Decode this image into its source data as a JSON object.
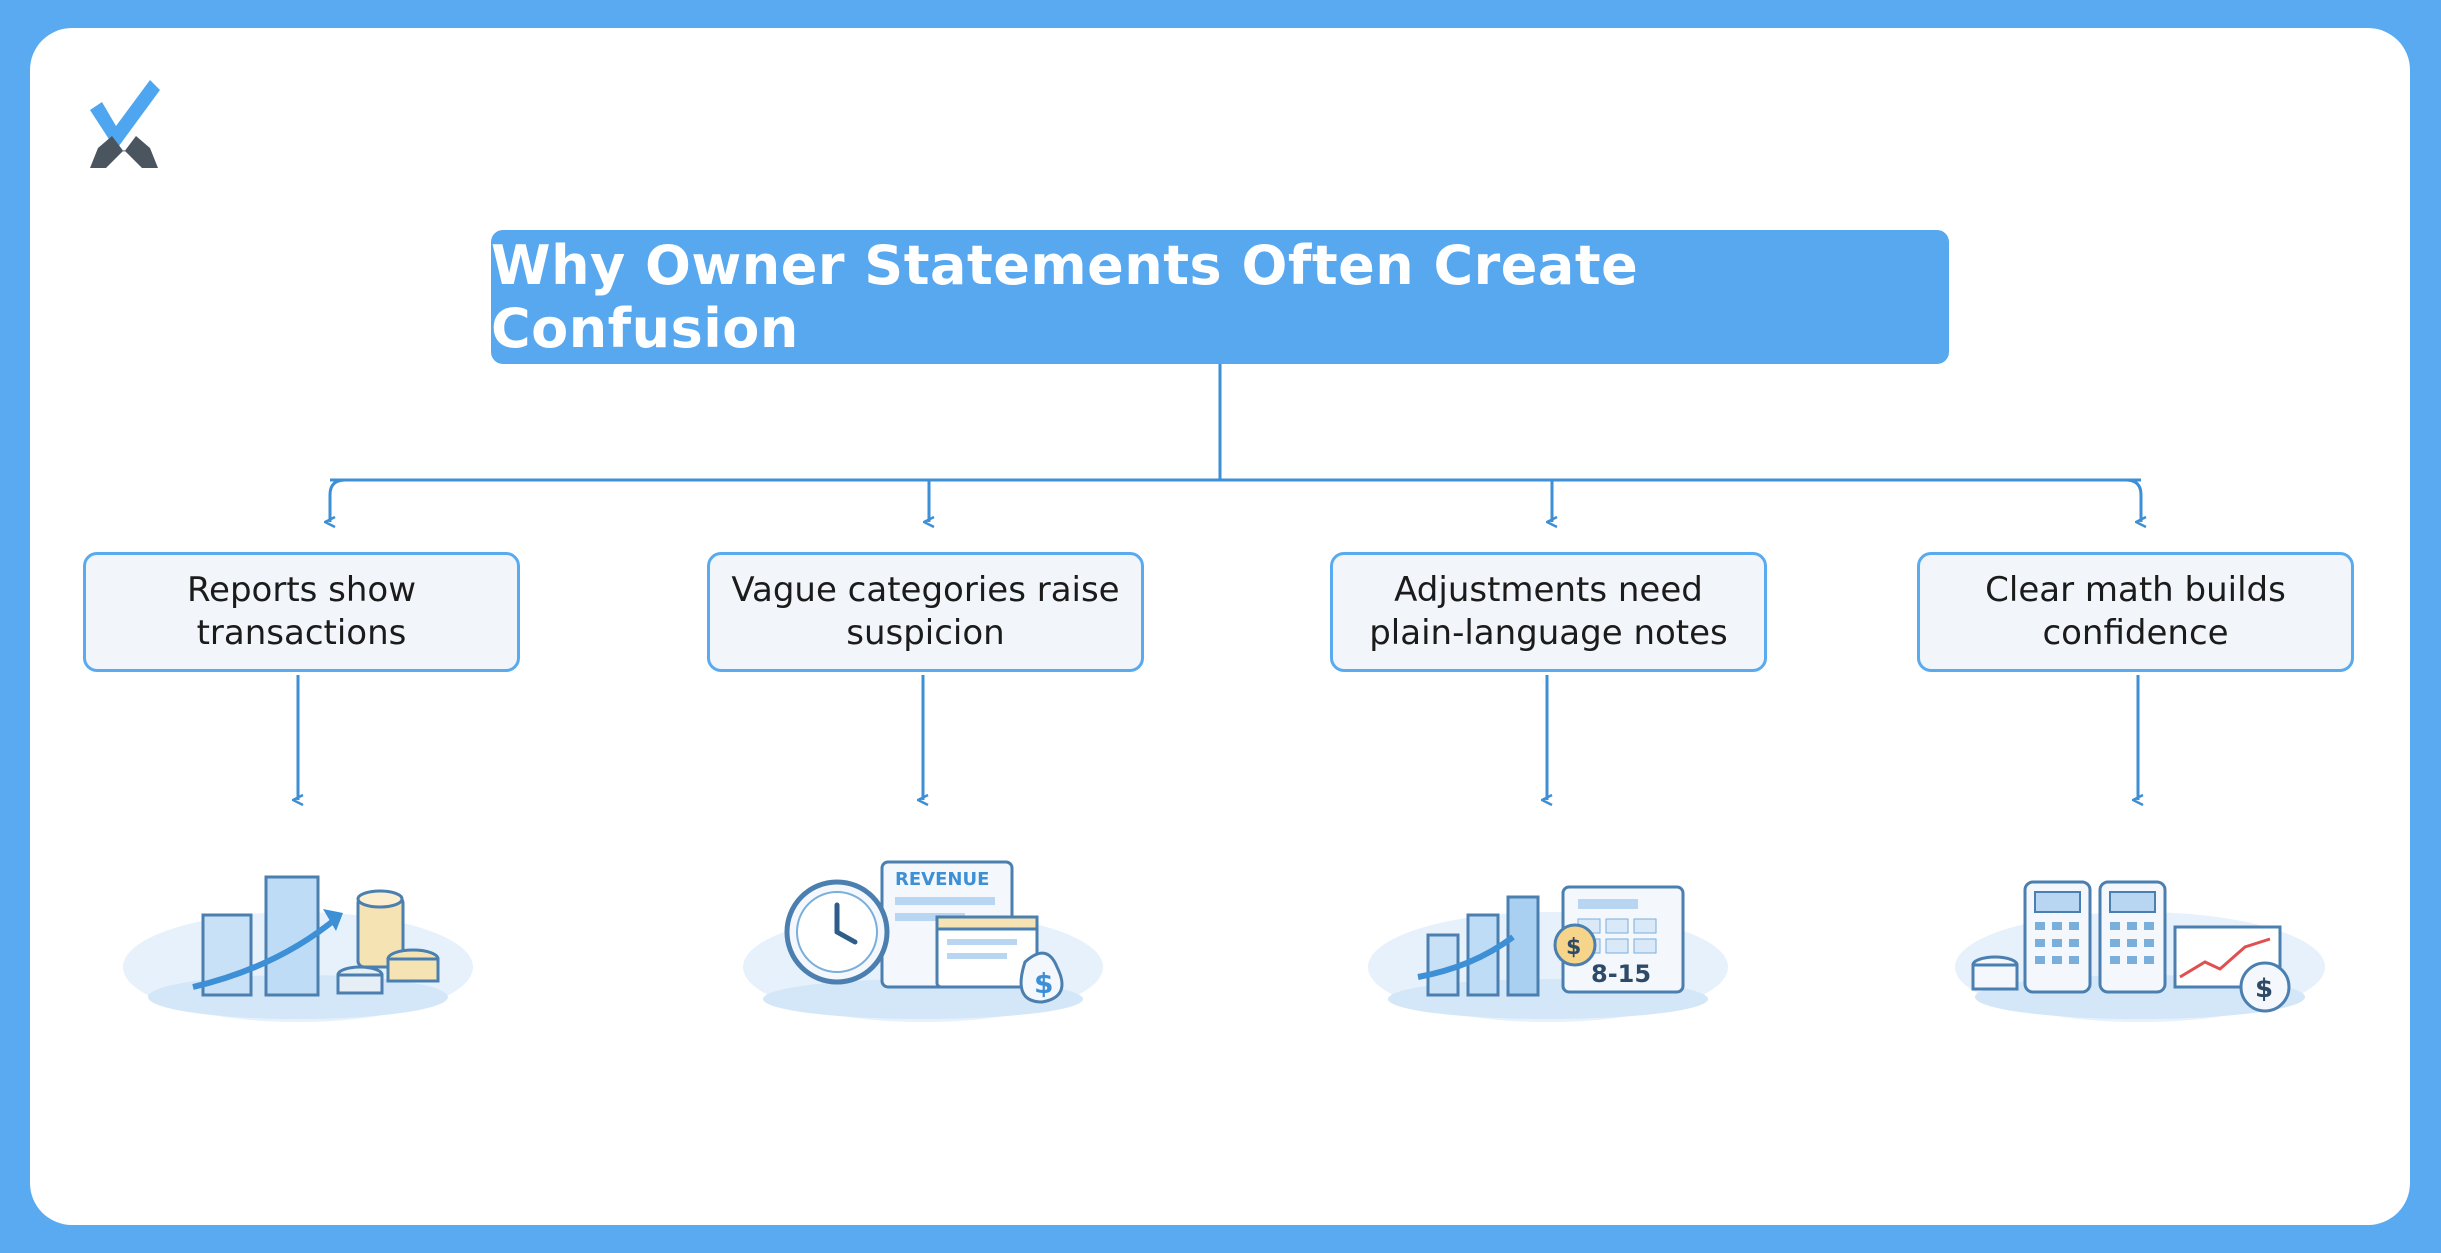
{
  "diagram": {
    "title": "Why Owner Statements Often Create Confusion",
    "nodes": [
      {
        "label": "Reports show\ntransactions",
        "icon": "bar-chart-coins-icon"
      },
      {
        "label": "Vague categories raise\nsuspicion",
        "icon": "clock-revenue-report-icon"
      },
      {
        "label": "Adjustments need\nplain-language notes",
        "icon": "bar-chart-calendar-icon"
      },
      {
        "label": "Clear math builds\nconfidence",
        "icon": "calculators-line-chart-icon"
      }
    ],
    "illustration_labels": {
      "revenue": "REVENUE",
      "calendar_range": "8-15",
      "currency": "$"
    }
  },
  "colors": {
    "frame": "#5aaaf2",
    "card": "#ffffff",
    "accent": "#58a8f0",
    "node_fill": "#f2f6fa",
    "node_border": "#5aaaf0",
    "connector": "#3d8fd6",
    "logo_check": "#4ea6f0",
    "logo_dark": "#4a5560"
  }
}
